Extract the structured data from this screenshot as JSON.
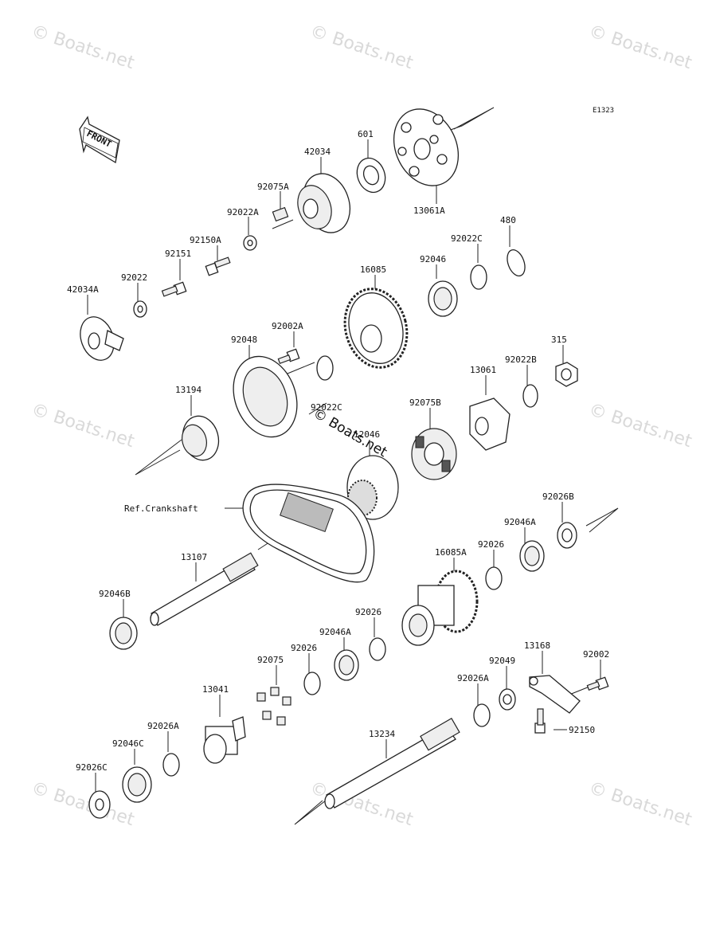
{
  "diagram_code": "E1323",
  "front_label": "FRONT",
  "watermark": {
    "text": "© Boats.net",
    "center_text": "© Boats.net"
  },
  "ref_label": "Ref.Crankshaft",
  "parts": [
    {
      "id": "601",
      "label": "601"
    },
    {
      "id": "42034",
      "label": "42034"
    },
    {
      "id": "13061A",
      "label": "13061A"
    },
    {
      "id": "92075A",
      "label": "92075A"
    },
    {
      "id": "92022A",
      "label": "92022A"
    },
    {
      "id": "480",
      "label": "480"
    },
    {
      "id": "92022C-top",
      "label": "92022C"
    },
    {
      "id": "92150A",
      "label": "92150A"
    },
    {
      "id": "92151",
      "label": "92151"
    },
    {
      "id": "92046",
      "label": "92046"
    },
    {
      "id": "92022",
      "label": "92022"
    },
    {
      "id": "42034A",
      "label": "42034A"
    },
    {
      "id": "16085",
      "label": "16085"
    },
    {
      "id": "92002A",
      "label": "92002A"
    },
    {
      "id": "92048",
      "label": "92048"
    },
    {
      "id": "315",
      "label": "315"
    },
    {
      "id": "92022B",
      "label": "92022B"
    },
    {
      "id": "13061",
      "label": "13061"
    },
    {
      "id": "13194",
      "label": "13194"
    },
    {
      "id": "92022C-mid",
      "label": "92022C"
    },
    {
      "id": "92075B",
      "label": "92075B"
    },
    {
      "id": "12046",
      "label": "12046"
    },
    {
      "id": "92026B",
      "label": "92026B"
    },
    {
      "id": "92046A-right",
      "label": "92046A"
    },
    {
      "id": "13107",
      "label": "13107"
    },
    {
      "id": "92026-right",
      "label": "92026"
    },
    {
      "id": "16085A",
      "label": "16085A"
    },
    {
      "id": "92046B",
      "label": "92046B"
    },
    {
      "id": "92026-mid",
      "label": "92026"
    },
    {
      "id": "92046A-mid",
      "label": "92046A"
    },
    {
      "id": "92075",
      "label": "92075"
    },
    {
      "id": "92026-left",
      "label": "92026"
    },
    {
      "id": "13168",
      "label": "13168"
    },
    {
      "id": "92002",
      "label": "92002"
    },
    {
      "id": "92049",
      "label": "92049"
    },
    {
      "id": "92026A-right",
      "label": "92026A"
    },
    {
      "id": "13041",
      "label": "13041"
    },
    {
      "id": "92150",
      "label": "92150"
    },
    {
      "id": "92026A-left",
      "label": "92026A"
    },
    {
      "id": "13234",
      "label": "13234"
    },
    {
      "id": "92046C",
      "label": "92046C"
    },
    {
      "id": "92026C",
      "label": "92026C"
    }
  ]
}
